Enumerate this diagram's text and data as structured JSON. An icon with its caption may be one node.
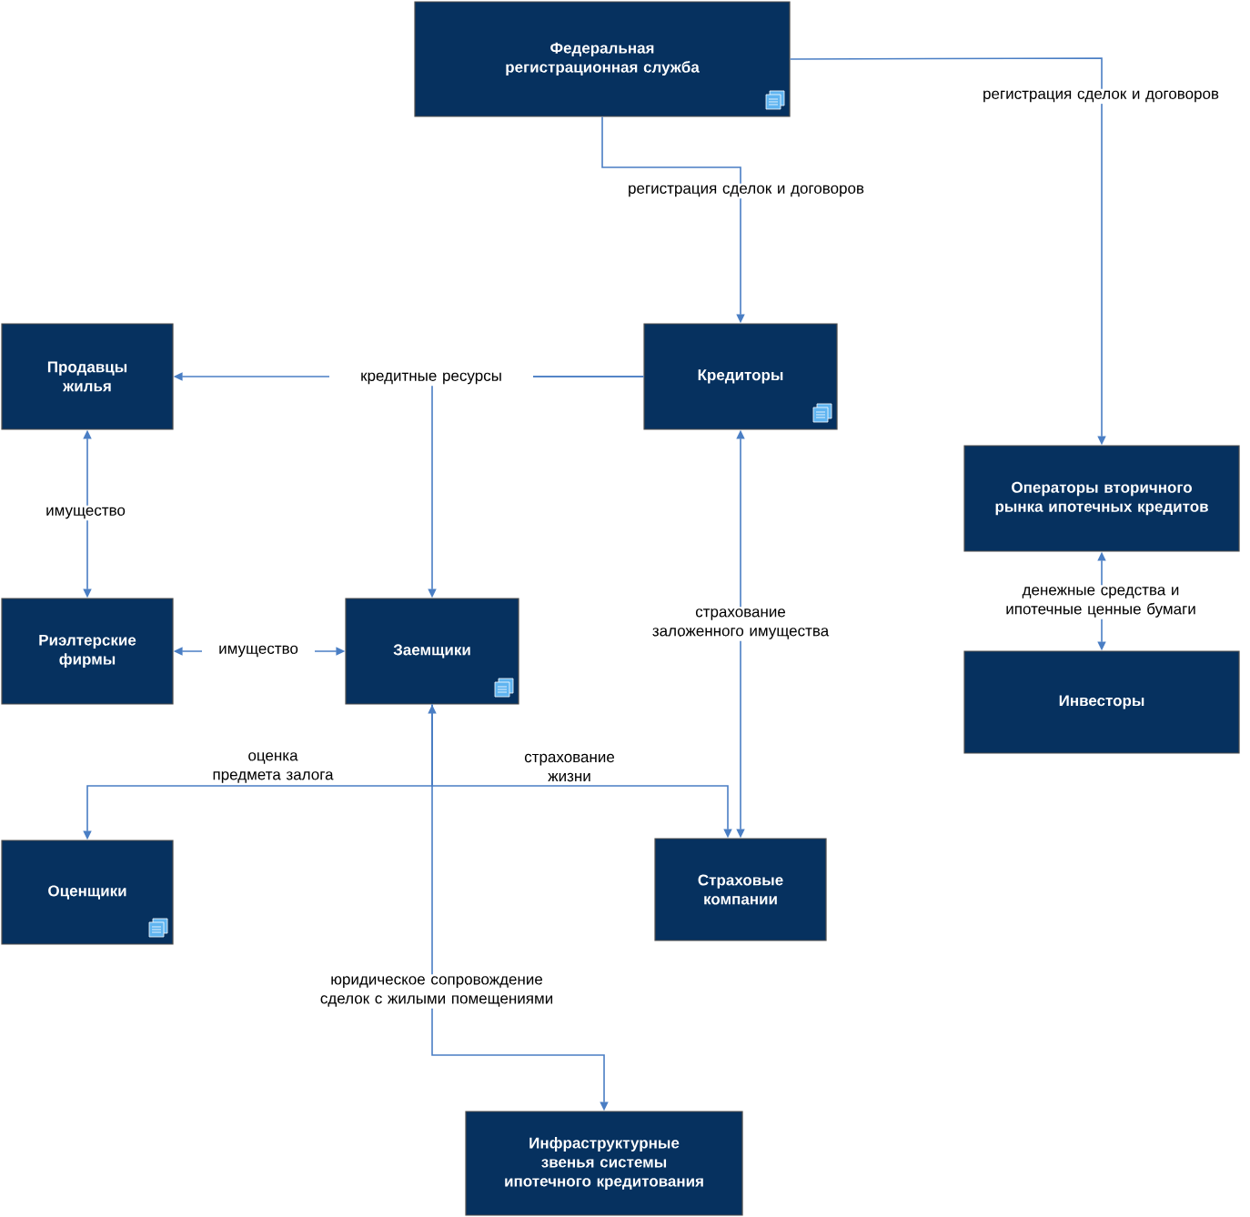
{
  "diagram": {
    "nodes": [
      {
        "text": [
          "Федеральная регистрационная служба"
        ]
      },
      {
        "text": [
          "Продавцы жилья"
        ]
      },
      {
        "text": [
          "Кредиторы"
        ]
      },
      {
        "text": [
          "Операторы вторичного рынка ипотечных кредитов"
        ]
      },
      {
        "text": [
          "Риэлтерские фирмы"
        ]
      },
      {
        "text": [
          "Заемщики"
        ]
      },
      {
        "text": [
          "Инвесторы"
        ]
      },
      {
        "text": [
          "Оценщики"
        ]
      },
      {
        "text": [
          "Страховые компании"
        ]
      },
      {
        "text": [
          "Инфраструктурные звенья системы ипотечного кредитования"
        ]
      }
    ],
    "edges": [
      {
        "from": 0,
        "to": 2,
        "arrow": "to",
        "label": "регистрация сделок и договоров"
      },
      {
        "from": 0,
        "to": 3,
        "arrow": "to",
        "label": "регистрация сделок и договоров"
      },
      {
        "from": 2,
        "to": 1,
        "arrow": "to",
        "label": "кредитные ресурсы"
      },
      {
        "from": 2,
        "to": 5,
        "arrow": "to"
      },
      {
        "from": 1,
        "to": 4,
        "arrow": "both",
        "label": "имущество"
      },
      {
        "from": 4,
        "to": 5,
        "arrow": "both",
        "label": "имущество"
      },
      {
        "from": 2,
        "to": 8,
        "arrow": "both",
        "label": "страхование заложенного имущества"
      },
      {
        "from": 3,
        "to": 6,
        "arrow": "both",
        "label": "денежные средства и ипотечные ценные бумаги"
      },
      {
        "from": 5,
        "to": 7,
        "arrow": "to",
        "label": "оценка предмета залога"
      },
      {
        "from": 5,
        "to": 8,
        "arrow": "to",
        "label": "страхование жизни"
      },
      {
        "from": 5,
        "to": 9,
        "arrow": "both",
        "label": "юридическое сопровождение сделок с жилыми помещениями"
      }
    ]
  }
}
